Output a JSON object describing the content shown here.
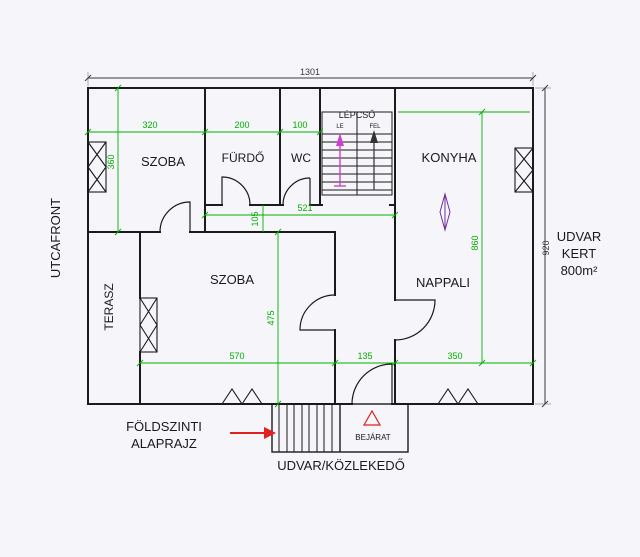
{
  "labels": {
    "street_front": "UTCAFRONT",
    "yard": {
      "line1": "UDVAR",
      "line2": "KERT",
      "line3": "800m²"
    },
    "plan_title": {
      "line1": "FÖLDSZINTI",
      "line2": "ALAPRAJZ"
    },
    "walkway": "UDVAR/KÖZLEKEDŐ",
    "entrance": "BEJÁRAT"
  },
  "rooms": {
    "szoba_top": "SZOBA",
    "furdo": "FÜRDŐ",
    "wc": "WC",
    "lepcso": "LÉPCSŐ",
    "lepcso_down": "LE",
    "lepcso_up": "FEL",
    "konyha": "KONYHA",
    "szoba_main": "SZOBA",
    "nappali": "NAPPALI",
    "terasz": "TERASZ"
  },
  "dimensions": {
    "total_width": "1301",
    "total_depth": "920",
    "szoba_top_width": "320",
    "szoba_top_depth": "360",
    "furdo_width": "200",
    "wc_width": "100",
    "hall_width": "521",
    "hall_depth": "105",
    "szoba_main_width": "570",
    "szoba_main_depth": "475",
    "corridor_width": "135",
    "nappali_width": "350",
    "konyha_nappali_depth": "860"
  },
  "colors": {
    "wall": "#1b1b1b",
    "dimension_green": "#00b100",
    "dimension_dark": "#3a3a3a",
    "arrow_red": "#e02020",
    "arrow_magenta": "#d040d0",
    "symbol_purple": "#7030a0"
  }
}
